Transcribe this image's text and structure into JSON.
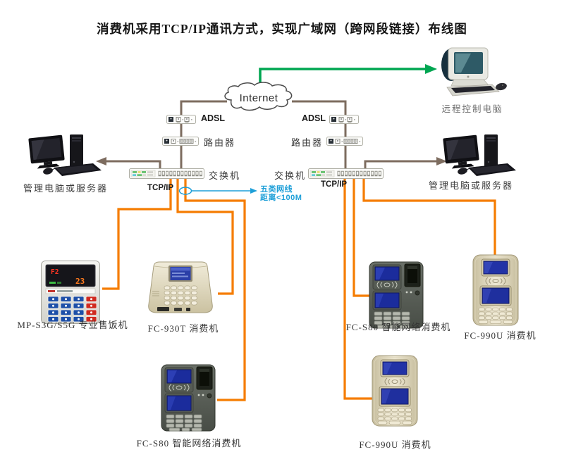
{
  "title": "消费机采用TCP/IP通讯方式，实现广域网（跨网段链接）布线图",
  "internet": "Internet",
  "colors": {
    "trunk_brown": "#7D6C5F",
    "cable_orange": "#F57C00",
    "remote_green": "#00A651",
    "note_blue": "#1E9FD8"
  },
  "network": {
    "left": {
      "adsl": "ADSL",
      "router": "路由器",
      "switch": "交换机",
      "tcpip": "TCP/IP"
    },
    "right": {
      "adsl": "ADSL",
      "router": "路由器",
      "switch": "交换机",
      "tcpip": "TCP/IP"
    }
  },
  "cable_note": {
    "line1": "五类网线",
    "line2": "距离<100M"
  },
  "computers": {
    "remote": "远程控制电脑",
    "mgmt_left": "管理电脑或服务器",
    "mgmt_right": "管理电脑或服务器"
  },
  "devices": {
    "mp_s3g": {
      "label": "MP-S3G/S5G 专业售饭机",
      "display_line1": "F2",
      "display_line2": "23"
    },
    "fc930t": {
      "label": "FC-930T 消费机"
    },
    "fcs80_right": {
      "label": "FC-S80 智能网络消费机"
    },
    "fc990u_right": {
      "label": "FC-990U 消费机"
    },
    "fcs80_bottom": {
      "label": "FC-S80 智能网络消费机"
    },
    "fc990u_bottom": {
      "label": "FC-990U 消费机"
    }
  }
}
